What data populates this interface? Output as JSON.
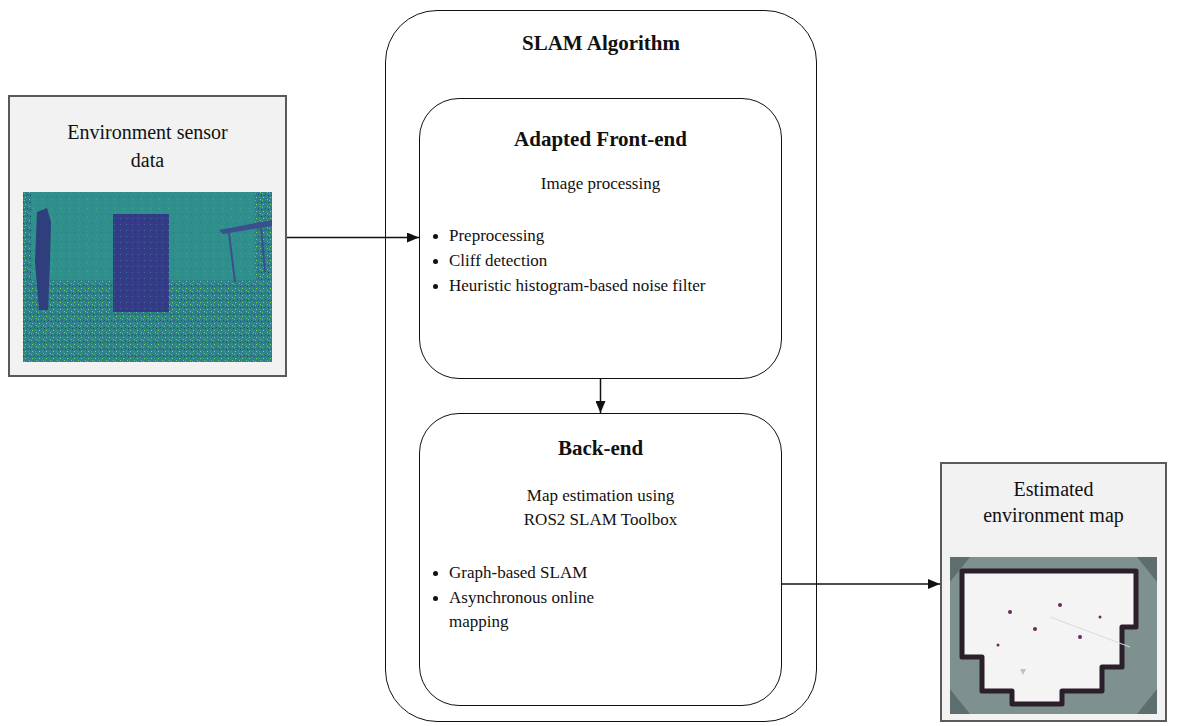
{
  "diagram": {
    "nodes": [
      {
        "text": [
          "Environment sensor data"
        ]
      },
      {
        "text": [
          "SLAM Algorithm"
        ]
      },
      {
        "text": [
          "Adapted Front-end",
          "Image processing",
          "Preprocessing",
          "Cliff detection",
          "Heuristic histogram-based noise filter"
        ],
        "in": 1
      },
      {
        "text": [
          "Back-end",
          "Map estimation using ROS2 SLAM Toolbox",
          "Graph-based SLAM",
          "Asynchronous online mapping"
        ],
        "in": 1
      },
      {
        "text": [
          "Estimated environment map"
        ]
      }
    ],
    "edges": [
      {
        "from": 0,
        "to": 2,
        "arrow": "to"
      },
      {
        "from": 2,
        "to": 3,
        "arrow": "to"
      },
      {
        "from": 3,
        "to": 4,
        "arrow": "to"
      }
    ]
  }
}
